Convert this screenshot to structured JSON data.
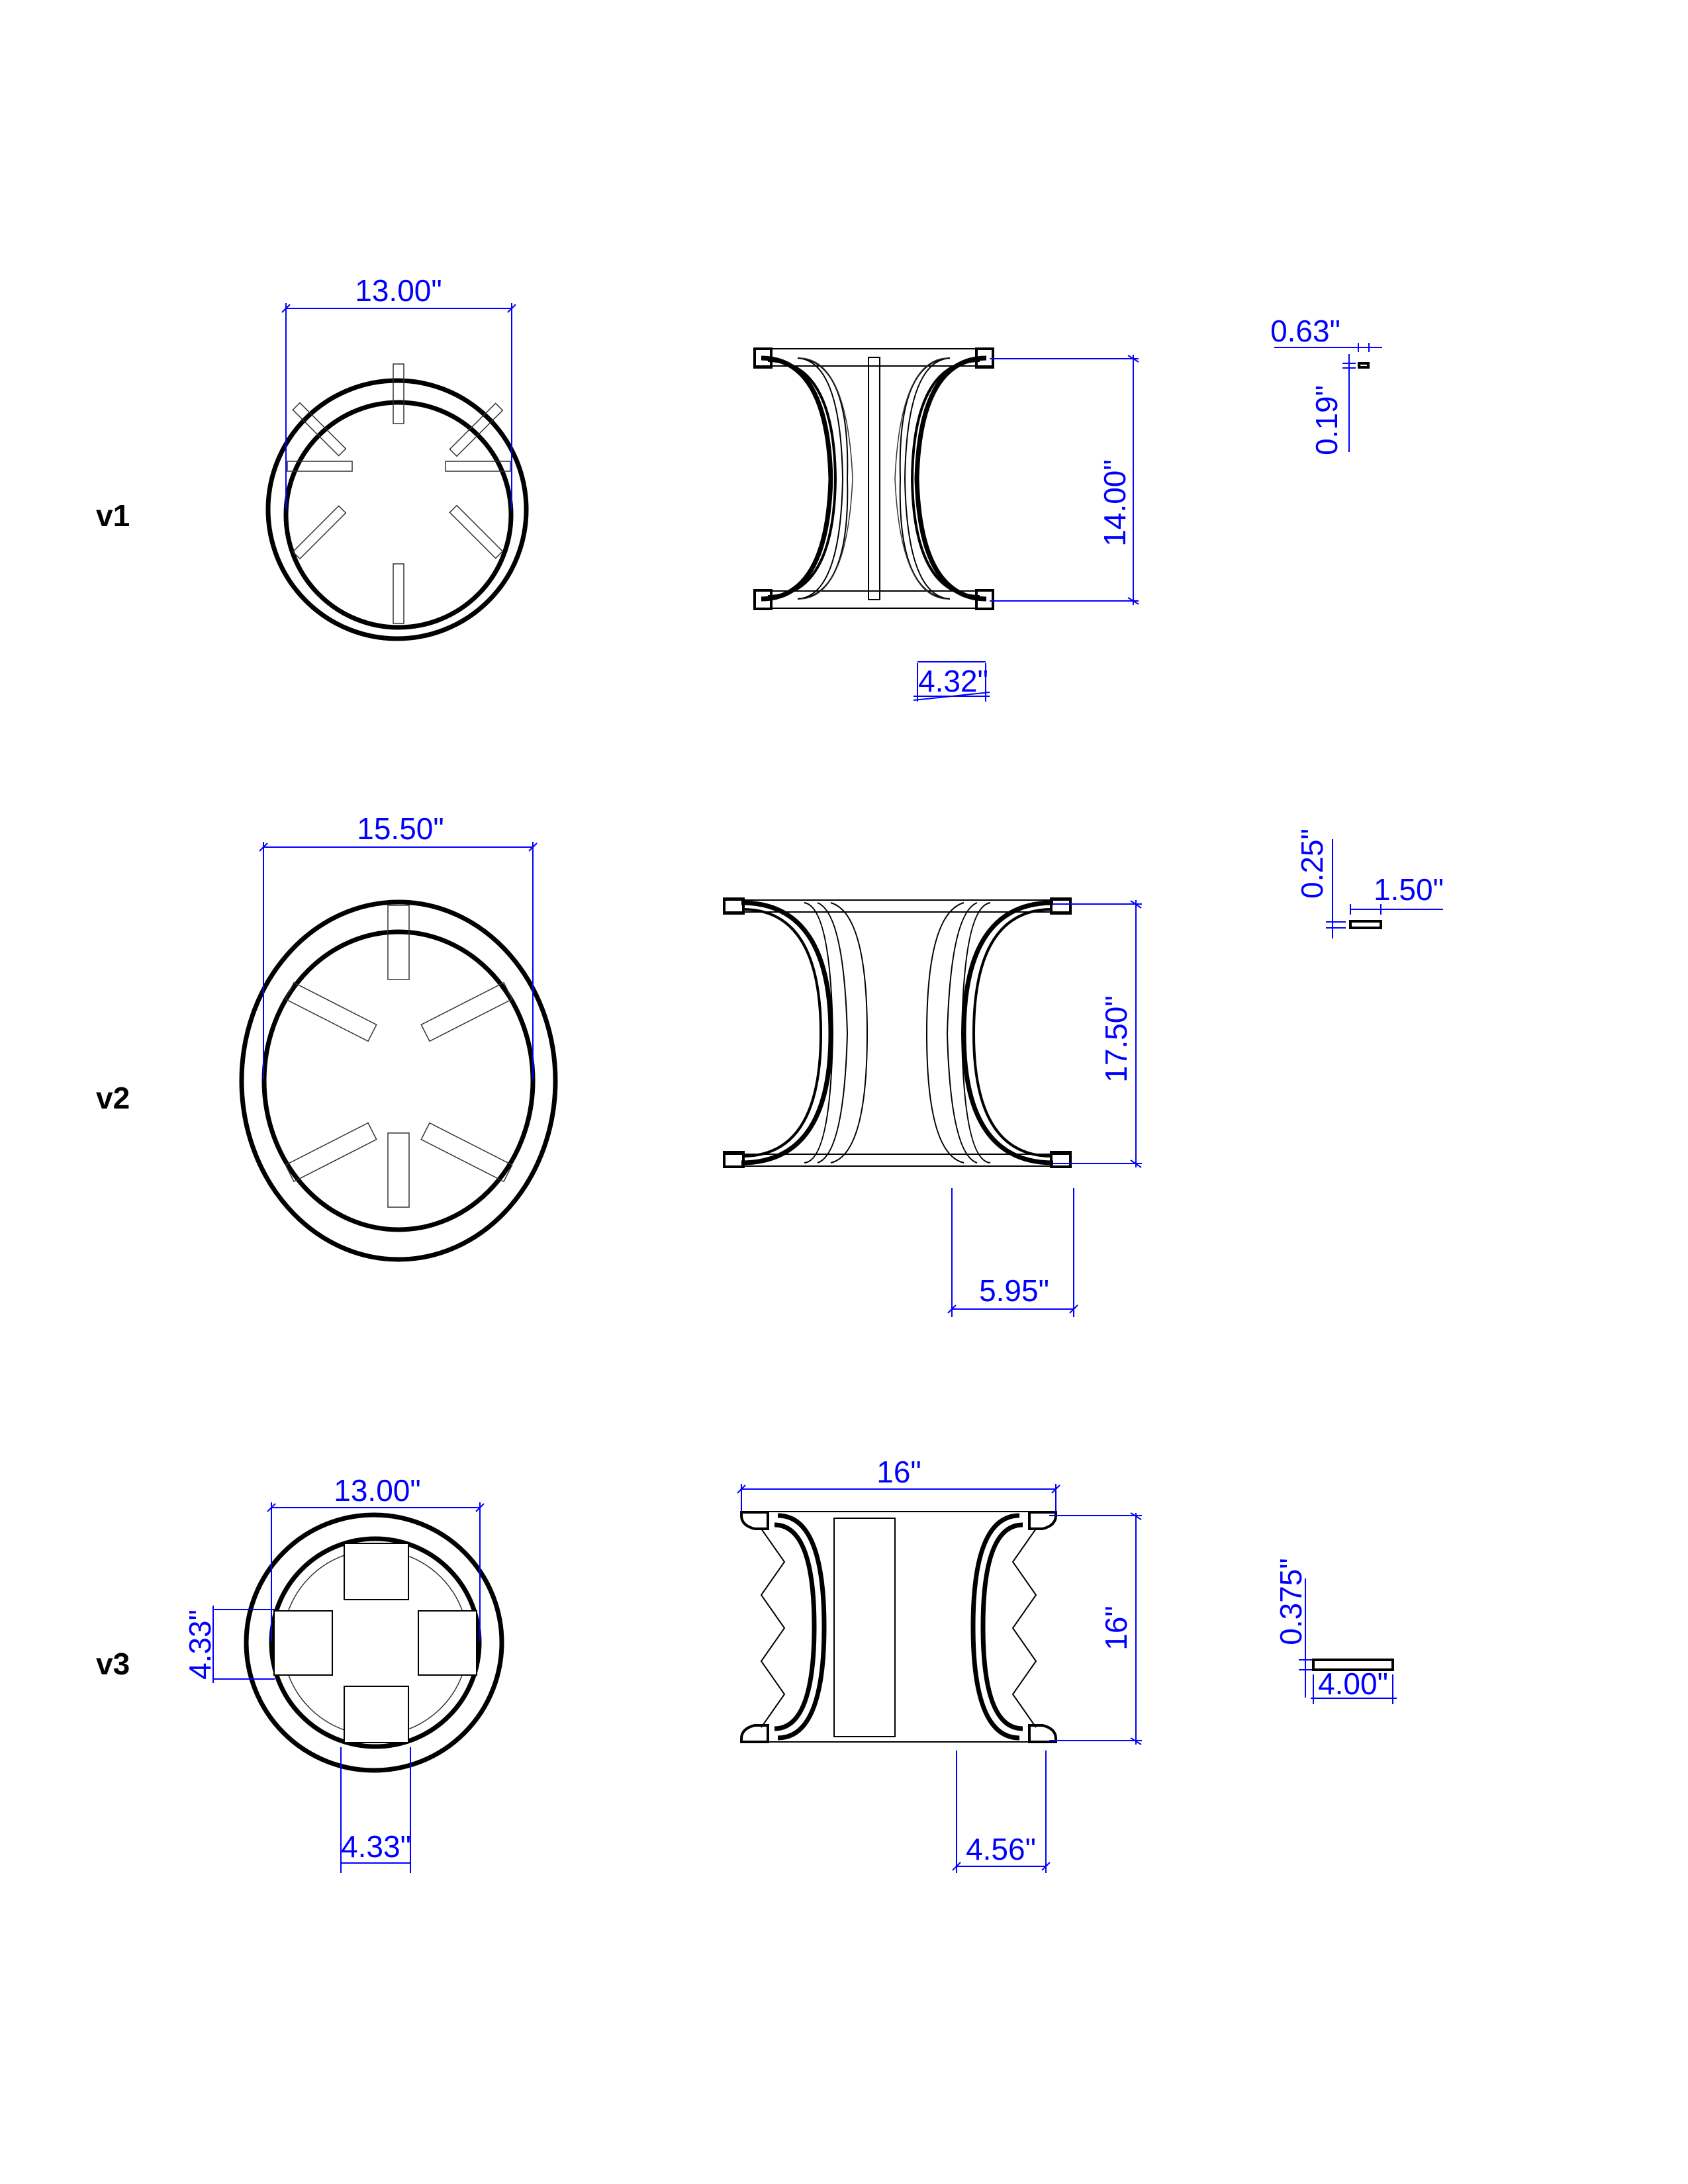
{
  "drawing": {
    "colors": {
      "geometry": "#000000",
      "dimensions": "#0000ff",
      "background": "#ffffff"
    },
    "variants": [
      {
        "label": "v1",
        "top_view": {
          "diameter": "13.00\"",
          "spokes": 8
        },
        "side_view": {
          "height": "14.00\"",
          "depth": "4.32\""
        },
        "part_detail": {
          "width": "0.63\"",
          "thickness": "0.19\""
        }
      },
      {
        "label": "v2",
        "top_view": {
          "diameter": "15.50\"",
          "spokes": 6
        },
        "side_view": {
          "height": "17.50\"",
          "depth": "5.95\""
        },
        "part_detail": {
          "width": "1.50\"",
          "thickness": "0.25\""
        }
      },
      {
        "label": "v3",
        "top_view": {
          "diameter": "13.00\"",
          "pad_width": "4.33\"",
          "pad_height": "4.33\"",
          "pads": 4
        },
        "side_view": {
          "width": "16\"",
          "height": "16\"",
          "depth": "4.56\""
        },
        "part_detail": {
          "width": "4.00\"",
          "thickness": "0.375\""
        }
      }
    ]
  }
}
